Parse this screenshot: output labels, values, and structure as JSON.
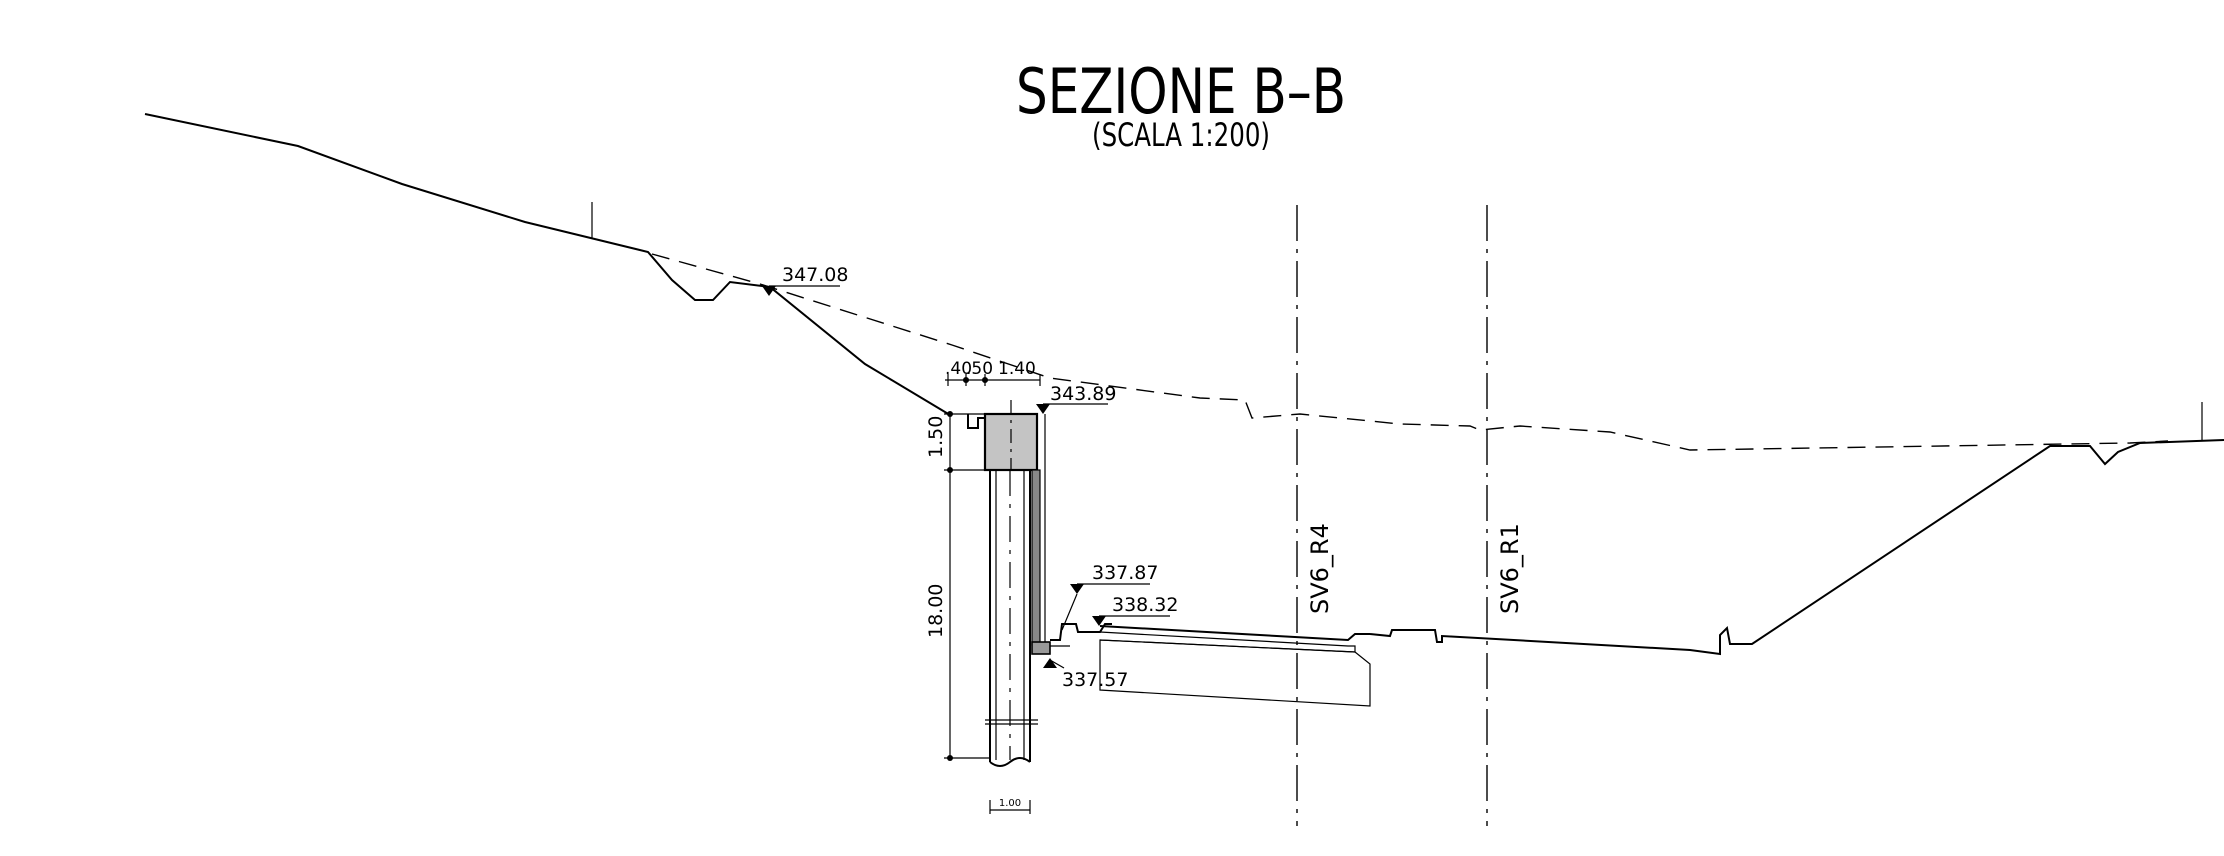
{
  "title": "SEZIONE B–B",
  "scale": "(SCALA 1:200)",
  "elevations": {
    "e1": "347.08",
    "e2": "343.89",
    "e3": "337.87",
    "e4": "338.32",
    "e5": "337.57"
  },
  "dimensions": {
    "d1": ".40",
    "d2": ".50",
    "d3": "1.40",
    "d4": "1.50",
    "d5": "18.00",
    "d6": "1.00"
  },
  "axes": {
    "a1": "SV6_R4",
    "a2": "SV6_R1"
  }
}
